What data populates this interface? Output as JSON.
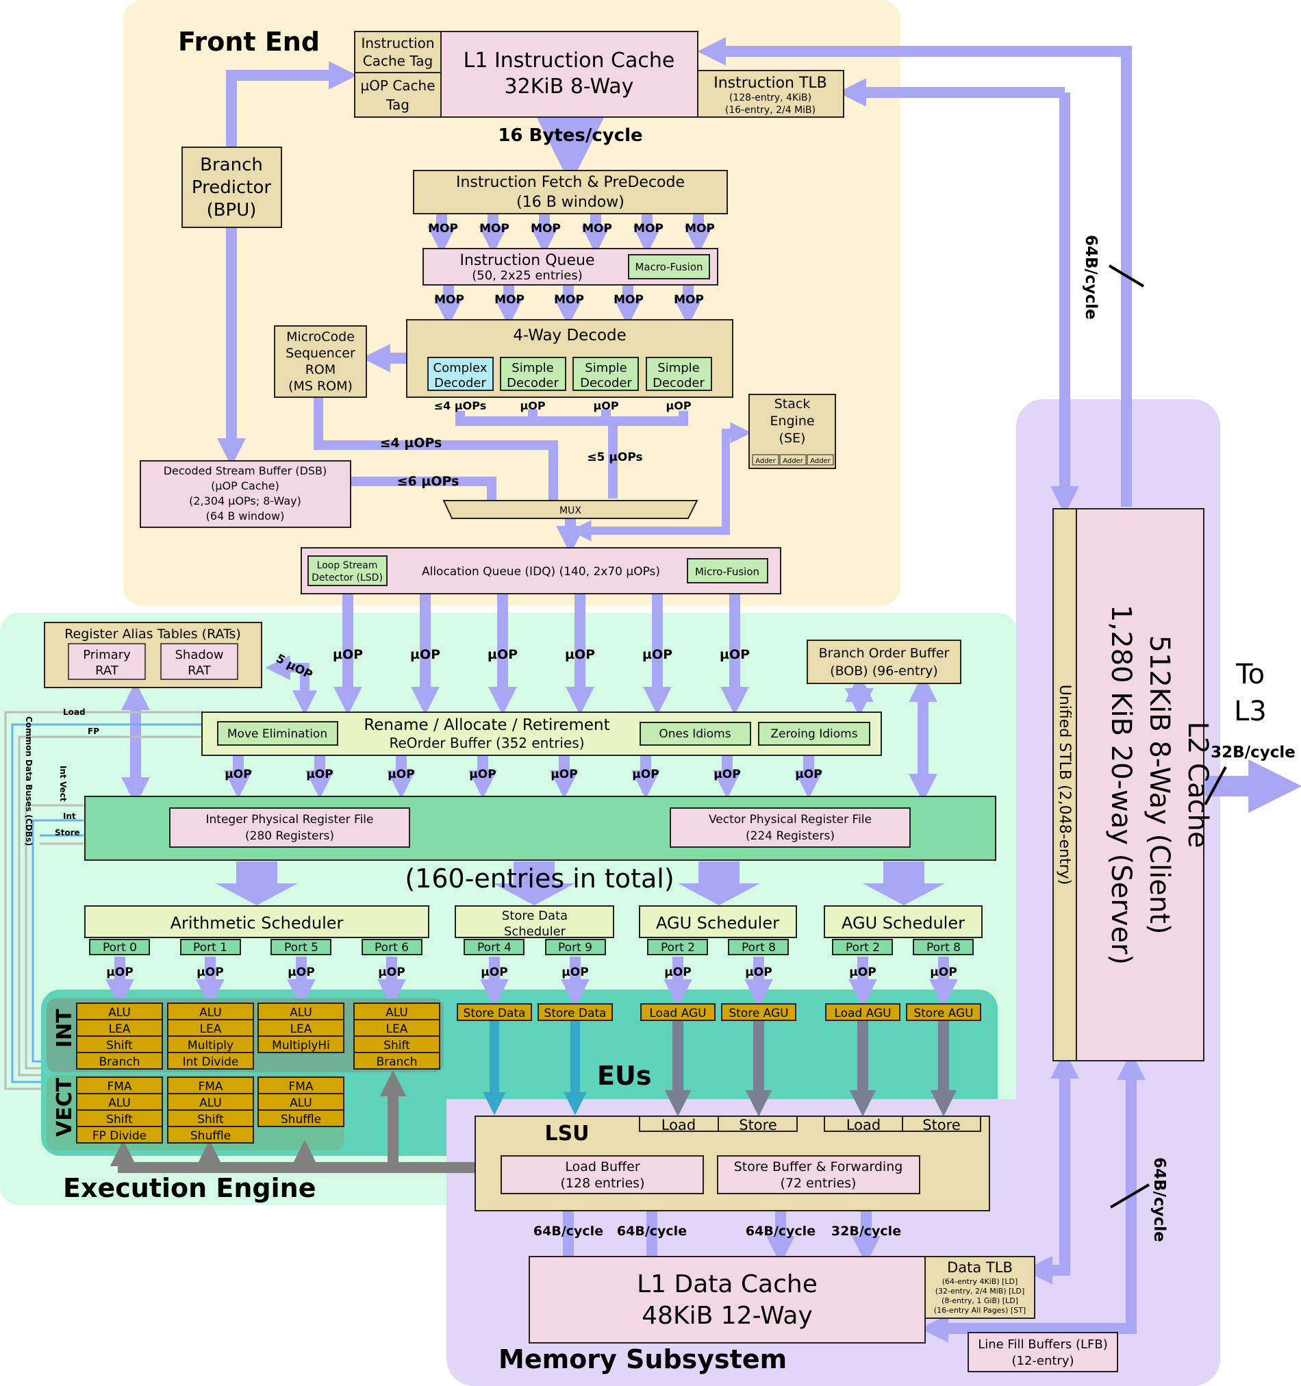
{
  "regions": {
    "front_end": "Front End",
    "execution_engine": "Execution Engine",
    "memory_subsystem": "Memory Subsystem",
    "eus": "EUs",
    "int": "INT",
    "vect": "VECT"
  },
  "colors": {
    "front_end_bg": "#fdf3d4",
    "exec_bg": "#d3fbe6",
    "mem_bg": "#e2d6f8",
    "eus_bg": "#5fd3b9",
    "box_tan": "#e9dcae",
    "box_pink": "#f3d7e3",
    "box_green": "#c3ecb2",
    "box_teal": "#83dba6",
    "alu_gold": "#d3a300",
    "arrow": "#aaa6f6",
    "gray_arrow": "#808080"
  },
  "l1i": {
    "tag1": [
      "Instruction",
      "Cache Tag"
    ],
    "tag2": [
      "µOP Cache",
      "Tag"
    ],
    "title": "L1 Instruction Cache",
    "size": "32KiB 8-Way",
    "tlb_title": "Instruction TLB",
    "tlb_l1": "(128-entry, 4KiB)",
    "tlb_l2": "(16-entry, 2/4 MiB)"
  },
  "bpu": [
    "Branch",
    "Predictor",
    "(BPU)"
  ],
  "fetch_rate": "16 Bytes/cycle",
  "fetch": {
    "line1": "Instruction Fetch & PreDecode",
    "line2": "(16 B window)"
  },
  "mop": "MOP",
  "iq": {
    "line1": "Instruction Queue",
    "line2": "(50, 2x25 entries)",
    "fusion": "Macro-Fusion"
  },
  "msrom": [
    "MicroCode",
    "Sequencer",
    "ROM",
    "(MS ROM)"
  ],
  "decode": {
    "title": "4-Way Decode",
    "complex": [
      "Complex",
      "Decoder"
    ],
    "simple": [
      "Simple",
      "Decoder"
    ],
    "out_complex": "≤4 µOPs",
    "out_simple": "µOP"
  },
  "stack_engine": {
    "lines": [
      "Stack",
      "Engine",
      "(SE)"
    ],
    "adder": "Adder"
  },
  "dsb": [
    "Decoded Stream Buffer (DSB)",
    "(µOP Cache)",
    "(2,304 µOPs; 8-Way)",
    "(64 B window)"
  ],
  "labels": {
    "le4": "≤4 µOPs",
    "le5": "≤5 µOPs",
    "le6": "≤6 µOPs",
    "mux": "MUX",
    "uop": "µOP",
    "five_uop": "5 µOP"
  },
  "idq": {
    "lsd": [
      "Loop Stream",
      "Detector (LSD)"
    ],
    "title": "Allocation Queue (IDQ) (140, 2x70 µOPs)",
    "fusion": "Micro-Fusion"
  },
  "rat": {
    "title": "Register Alias Tables (RATs)",
    "primary": [
      "Primary",
      "RAT"
    ],
    "shadow": [
      "Shadow",
      "RAT"
    ]
  },
  "bob": [
    "Branch Order Buffer",
    "(BOB) (96-entry)"
  ],
  "rename": {
    "line1": "Rename / Allocate / Retirement",
    "line2": "ReOrder Buffer (352 entries)",
    "move_elim": "Move Elimination",
    "ones": "Ones Idioms",
    "zeroing": "Zeroing Idioms"
  },
  "buses": {
    "load": "Load",
    "fp": "FP",
    "int_vect": "Int Vect",
    "int": "Int",
    "store": "Store",
    "cdb": "Common Data Buses (CDBs)"
  },
  "int_prf": [
    "Integer Physical Register File",
    "(280 Registers)"
  ],
  "vec_prf": [
    "Vector Physical Register File",
    "(224 Registers)"
  ],
  "entries_total": "(160-entries in total)",
  "schedulers": {
    "arith": "Arithmetic Scheduler",
    "store_data": [
      "Store Data",
      "Scheduler"
    ],
    "agu1": "AGU Scheduler",
    "agu2": "AGU Scheduler"
  },
  "ports": [
    "Port 0",
    "Port 1",
    "Port 5",
    "Port 6",
    "Port 4",
    "Port 9",
    "Port 2",
    "Port 8",
    "Port 2",
    "Port 8"
  ],
  "int_units": [
    [
      "ALU",
      "LEA",
      "Shift",
      "Branch"
    ],
    [
      "ALU",
      "LEA",
      "Multiply",
      "Int Divide"
    ],
    [
      "ALU",
      "LEA",
      "MultiplyHi"
    ],
    [
      "ALU",
      "LEA",
      "Shift",
      "Branch"
    ]
  ],
  "vect_units": [
    [
      "FMA",
      "ALU",
      "Shift",
      "FP Divide"
    ],
    [
      "FMA",
      "ALU",
      "Shift",
      "Shuffle"
    ],
    [
      "FMA",
      "ALU",
      "Shuffle"
    ]
  ],
  "mem_units": [
    "Store Data",
    "Store Data",
    "Load AGU",
    "Store AGU",
    "Load AGU",
    "Store AGU"
  ],
  "lsu": {
    "title": "LSU",
    "load_tabs": [
      "Load",
      "Store",
      "Load",
      "Store"
    ],
    "load_buffer": [
      "Load Buffer",
      "(128 entries)"
    ],
    "store_buffer": [
      "Store Buffer & Forwarding",
      "(72 entries)"
    ]
  },
  "bandwidth": {
    "lsu1": "64B/cycle",
    "lsu2": "64B/cycle",
    "lsu3": "64B/cycle",
    "lsu4": "32B/cycle",
    "l2_l1i": "64B/cycle",
    "l2_l1d": "64B/cycle",
    "l3": "32B/cycle"
  },
  "l1d": {
    "title": "L1 Data Cache",
    "size": "48KiB 12-Way",
    "tlb_title": "Data TLB",
    "tlb_lines": [
      "(64-entry 4KiB) [LD]",
      "(32-entry, 2/4 MiB) [LD]",
      "(8-entry, 1 GiB) [LD]",
      "(16-entry All Pages) [ST]"
    ]
  },
  "lfb": [
    "Line Fill Buffers (LFB)",
    "(12-entry)"
  ],
  "stlb": "Unified STLB (2,048-entry)",
  "l2": [
    "L2 Cache",
    "512KiB 8-Way (Client)",
    "1,280 KiB 20-way (Server)"
  ],
  "to_l3": [
    "To",
    "L3"
  ]
}
